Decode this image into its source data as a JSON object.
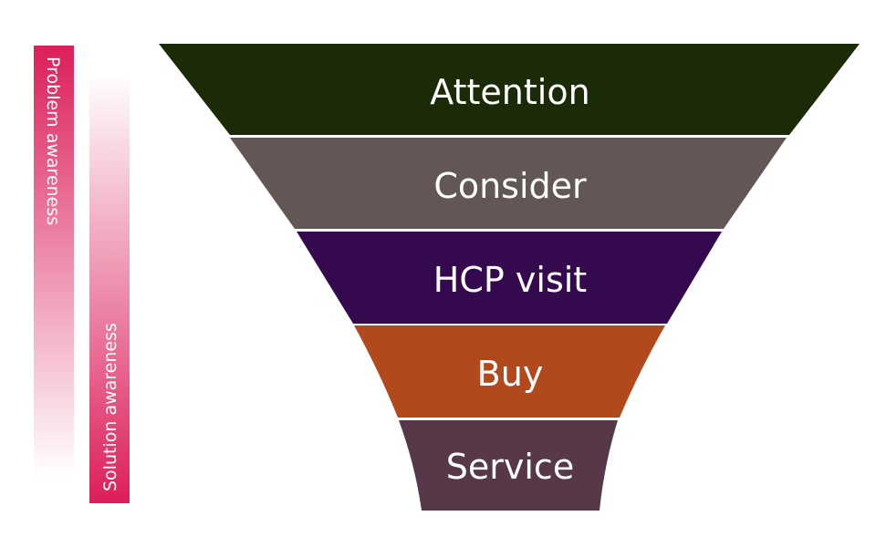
{
  "awareness_bars": {
    "problem": {
      "label": "Problem awareness",
      "color": "#dc1e5a",
      "direction": "fades-downward"
    },
    "solution": {
      "label": "Solution awareness",
      "color": "#dc1e5a",
      "direction": "fades-upward"
    }
  },
  "funnel": {
    "stages": [
      {
        "label": "Attention",
        "color": "#1c2b07"
      },
      {
        "label": "Consider",
        "color": "#635755"
      },
      {
        "label": "HCP visit",
        "color": "#34094e"
      },
      {
        "label": "Buy",
        "color": "#b2491c"
      },
      {
        "label": "Service",
        "color": "#573849"
      }
    ],
    "separator_color": "#ffffff"
  }
}
